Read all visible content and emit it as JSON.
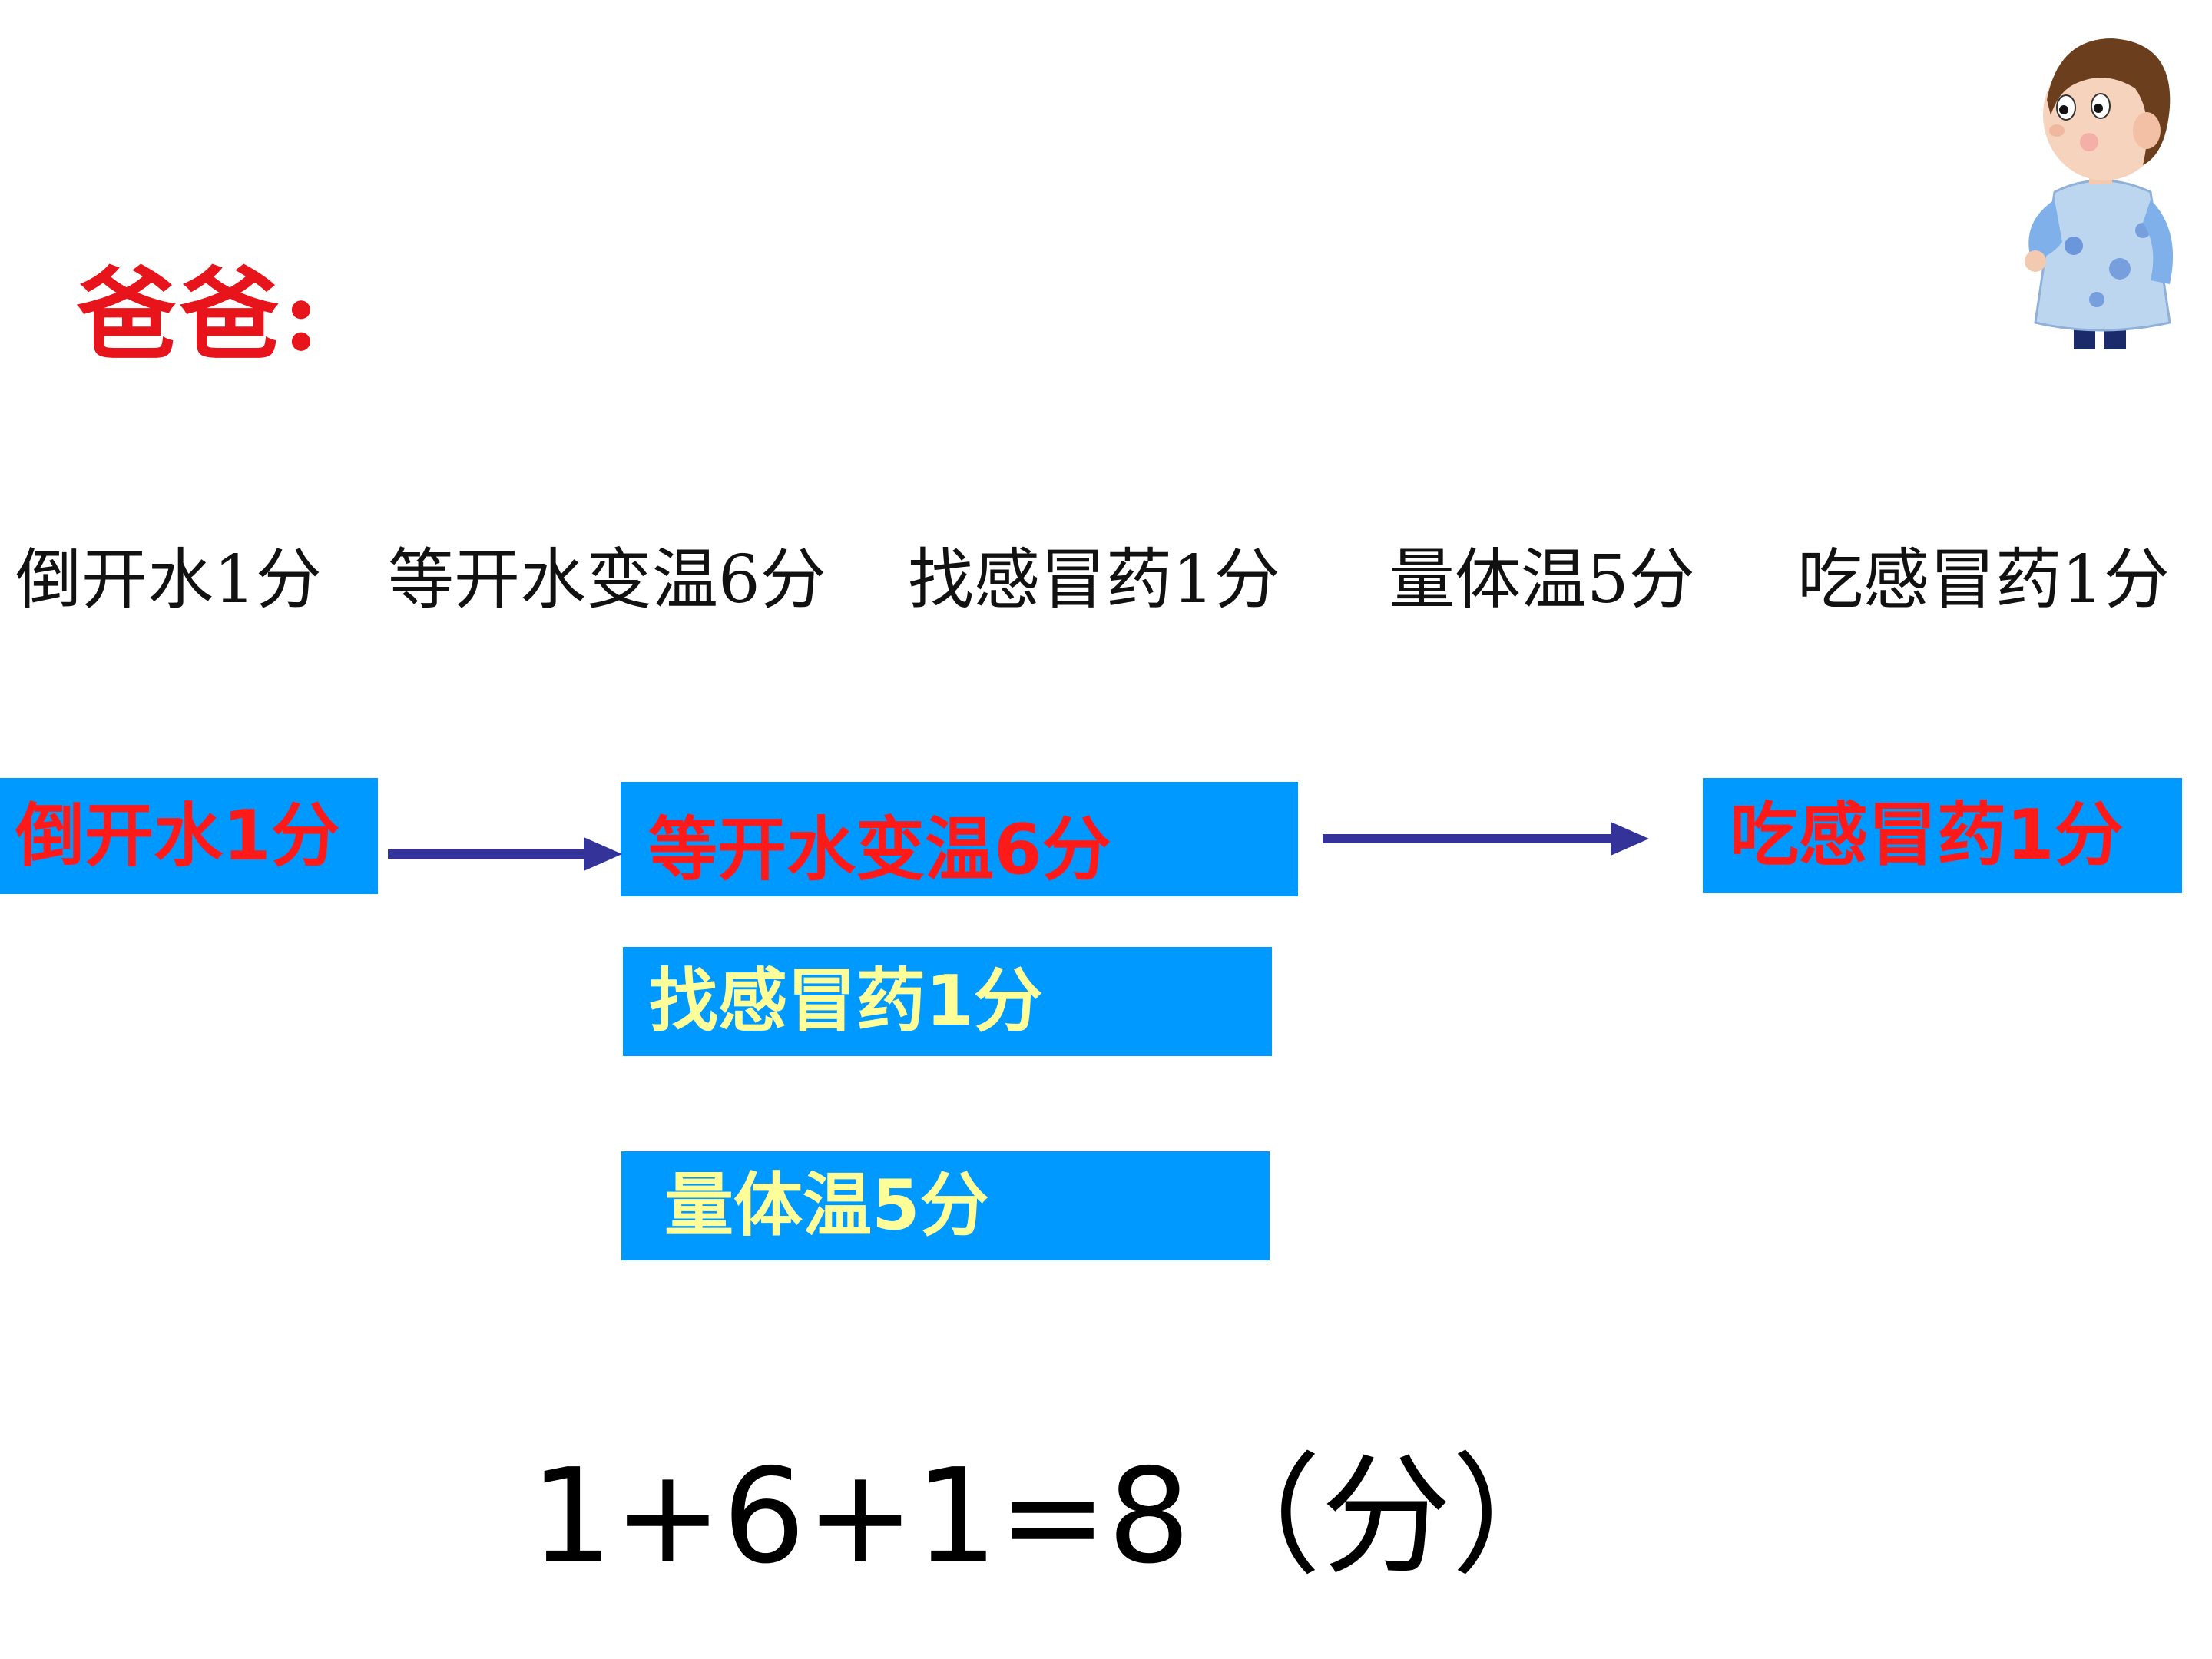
{
  "title": "爸爸:",
  "steps_text": [
    "倒开水1分",
    "等开水变温6分",
    "找感冒药1分",
    "量体温5分",
    "吃感冒药1分"
  ],
  "boxes": {
    "pour": "倒开水1分",
    "wait": "等开水变温6分",
    "find": "找感冒药1分",
    "temp": "量体温5分",
    "take": "吃感冒药1分"
  },
  "equation": "1+6+1=8（分）",
  "colors": {
    "box_fill": "#0099ff",
    "box_text_red": "#ff1a1a",
    "box_text_yellow": "#ffff99",
    "title_red": "#e8141b",
    "arrow": "#33339a"
  },
  "icons": {
    "figure": "cartoon-person-illustration"
  }
}
